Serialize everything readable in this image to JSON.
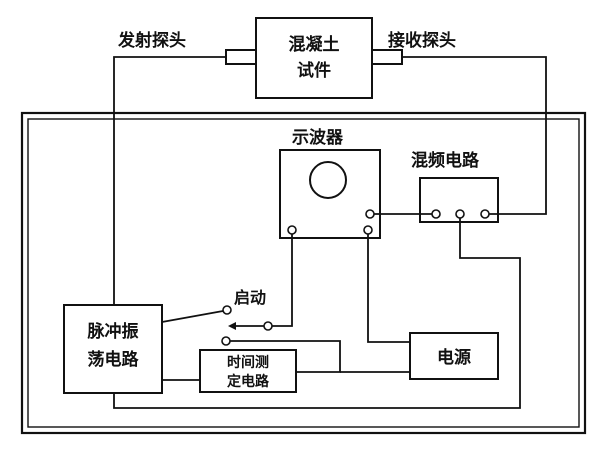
{
  "labels": {
    "transmit_probe": "发射探头",
    "receive_probe": "接收探头",
    "specimen_line1": "混凝土",
    "specimen_line2": "试件",
    "oscilloscope": "示波器",
    "mixer_circuit": "混频电路",
    "start": "启动",
    "pulse_gen_line1": "脉冲振",
    "pulse_gen_line2": "荡电路",
    "timing_line1": "时间测",
    "timing_line2": "定电路",
    "power_supply": "电源"
  }
}
